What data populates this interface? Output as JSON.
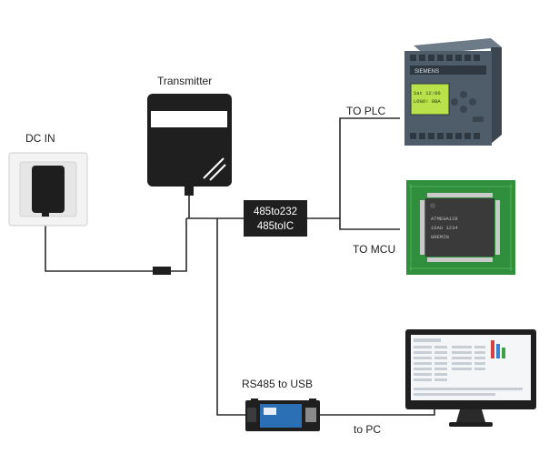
{
  "labels": {
    "dc_in": "DC IN",
    "transmitter": "Transmitter",
    "converter_line1": "485to232",
    "converter_line2": "485toIC",
    "to_plc": "TO PLC",
    "to_mcu": "TO MCU",
    "rs485_usb": "RS485 to USB",
    "to_pc": "to PC"
  },
  "device_text": {
    "plc_brand": "SIEMENS",
    "plc_screen_line1": "Sat 12:00",
    "plc_screen_line2": "LOGO! 0BA",
    "mcu_chip_line1": "ATMEGA128",
    "mcu_chip_line2": "16AU 1234",
    "mcu_chip_line3": "GREMIN"
  },
  "colors": {
    "line": "#2b2b2b",
    "device_dark": "#1f1f1f",
    "plc_body": "#4f5d6a",
    "plc_screen": "#b9e24a",
    "pcb_green": "#2f8f3c",
    "usb_blue": "#2b6fb4"
  }
}
